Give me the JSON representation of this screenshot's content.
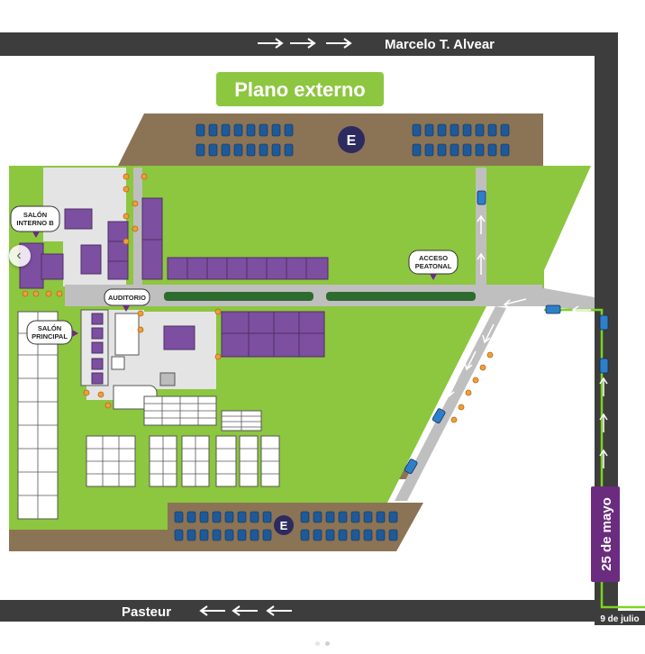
{
  "map": {
    "title": "Plano externo",
    "streets": {
      "top": "Marcelo T. Alvear",
      "bottom": "Pasteur",
      "right": "25 de mayo",
      "corner": "9 de julio"
    },
    "parking_badge": "E",
    "labels": {
      "salon_interno_b": [
        "SALÓN",
        "INTERNO B"
      ],
      "auditorio": "AUDITORIO",
      "salon_principal": [
        "SALÓN",
        "PRINCIPAL"
      ],
      "acceso_peatonal": [
        "ACCESO",
        "PEATONAL"
      ]
    },
    "colors": {
      "grass": "#8dc63f",
      "dirt": "#8b7355",
      "road": "#3d3d3d",
      "path": "#bfbfbf",
      "building": "#7d4fa0",
      "title_bg": "#8dc63f",
      "street_label_bg": "#6b2c7f",
      "badge_bg": "#2d2a5e",
      "route": "#7ed321"
    }
  },
  "carousel": {
    "prev_icon": "chevron-left-icon",
    "dots": 2,
    "active_dot": 1
  }
}
